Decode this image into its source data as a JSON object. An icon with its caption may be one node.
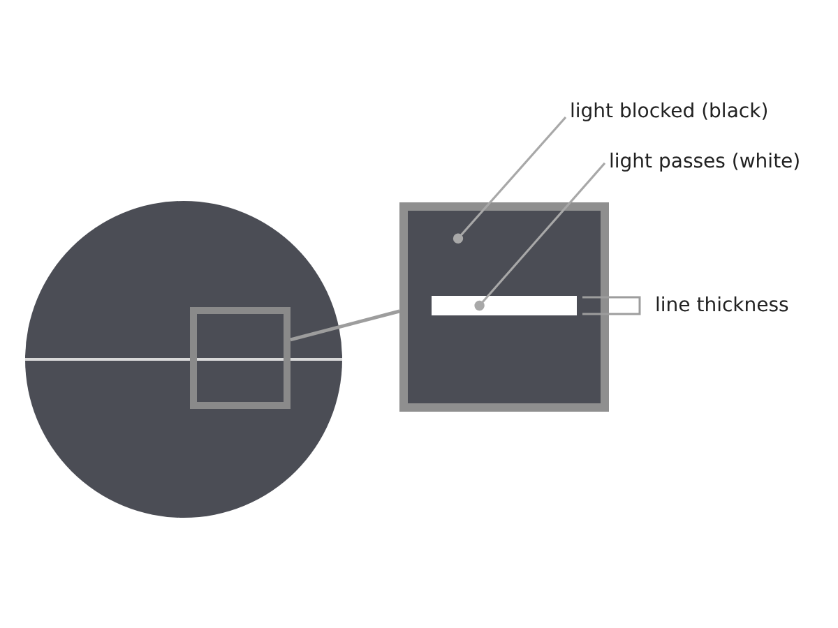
{
  "diagram": {
    "nodes": [
      {
        "text": [],
        "shape": "circle"
      },
      {
        "text": [],
        "shape": "box",
        "in": 0
      },
      {
        "text": [],
        "shape": "box"
      },
      {
        "text": [
          "light blocked (black)"
        ]
      },
      {
        "text": [
          "light passes (white)"
        ]
      },
      {
        "text": [],
        "shape": "bar",
        "in": 2
      }
    ],
    "edges": [
      {
        "from": 1,
        "to": 2,
        "arrow": "none"
      },
      {
        "from": 3,
        "to": 2,
        "arrow": "other"
      },
      {
        "from": 4,
        "to": 5,
        "arrow": "other"
      }
    ],
    "labels": [
      "line thickness"
    ]
  }
}
